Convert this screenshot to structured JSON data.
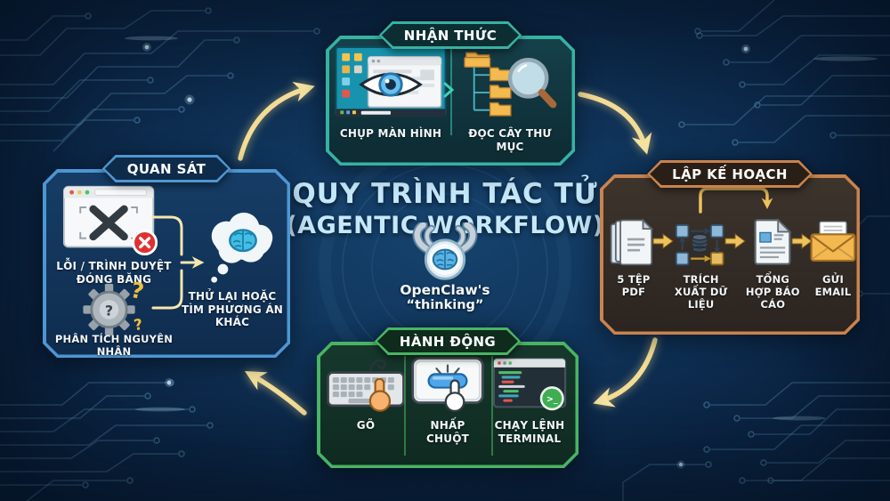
{
  "title": {
    "line1": "QUY TRÌNH TÁC TỬ",
    "line2": "(AGENTIC WORKFLOW)"
  },
  "logo": {
    "name": "OpenClaw's",
    "caption": "“thinking”"
  },
  "panels": {
    "perception": {
      "header": "NHẬN THỨC",
      "accent": "#36b2a1",
      "items": [
        {
          "label": "CHỤP MÀN HÌNH"
        },
        {
          "label": "ĐỌC CÂY THƯ MỤC"
        }
      ]
    },
    "planning": {
      "header": "LẬP KẾ HOẠCH",
      "accent": "#c9834d",
      "items": [
        {
          "label": "5 TỆP PDF"
        },
        {
          "label": "TRÍCH XUẤT DỮ LIỆU"
        },
        {
          "label": "TỔNG HỢP BÁO CÁO"
        },
        {
          "label": "GỬI EMAIL"
        }
      ]
    },
    "action": {
      "header": "HÀNH ĐỘNG",
      "accent": "#49b463",
      "items": [
        {
          "label": "GÕ"
        },
        {
          "label": "NHẤP CHUỘT"
        },
        {
          "label": "CHẠY LỆNH TERMINAL"
        }
      ]
    },
    "observation": {
      "header": "QUAN SÁT",
      "accent": "#4e96d2",
      "items": [
        {
          "label": "LỖI / TRÌNH DUYỆT ĐÓNG BĂNG"
        },
        {
          "label": "PHÂN TÍCH NGUYÊN NHÂN"
        },
        {
          "label": "THỬ LẠI HOẶC TÌM PHƯƠNG ÁN KHÁC"
        }
      ]
    }
  },
  "glyphs": {
    "terminal_prompt": ">_",
    "gear_question": "?",
    "gear_question_yellow_large": "?",
    "gear_question_yellow_small": "?"
  },
  "colors": {
    "arrow": "#f3dc96",
    "background": "#0b2545",
    "title_text": "#c5e9fa"
  }
}
